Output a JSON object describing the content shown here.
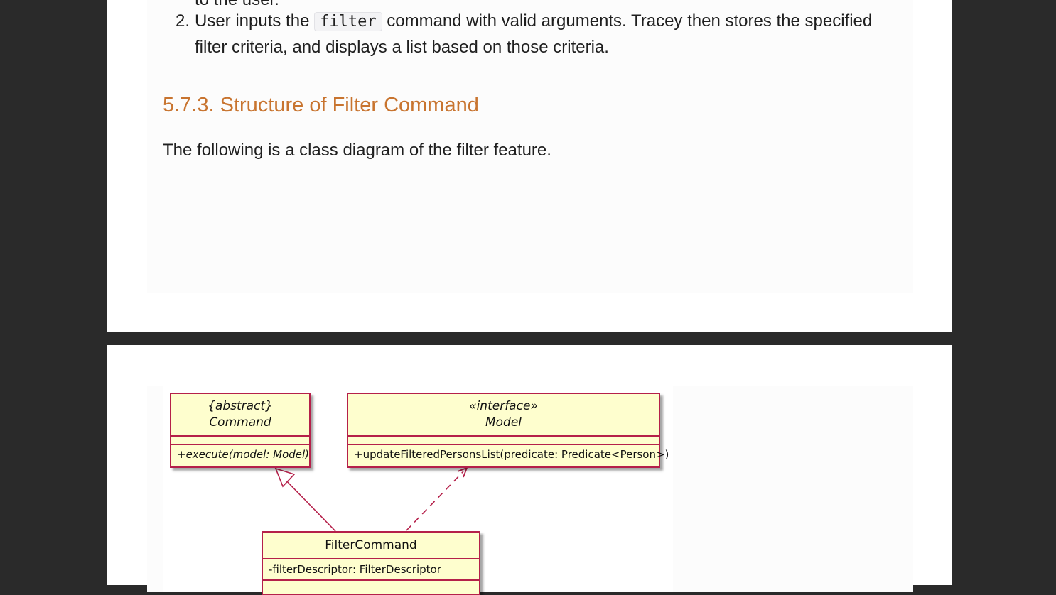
{
  "document": {
    "cut_line_text": "to the user.",
    "list_item": {
      "number": "2.",
      "text_before": "User inputs the",
      "code": "filter",
      "text_after": "command with valid arguments. Tracey then stores the specified filter criteria, and displays a list based on those criteria."
    },
    "section_heading": "5.7.3. Structure of Filter Command",
    "paragraph": "The following is a class diagram of the filter feature."
  },
  "diagram": {
    "command": {
      "stereotype": "{abstract}",
      "name": "Command",
      "method": "+execute(model: Model)"
    },
    "model": {
      "stereotype": "«interface»",
      "name": "Model",
      "method": "+updateFilteredPersonsList(predicate: Predicate<Person>)"
    },
    "filter_command": {
      "name": "FilterCommand",
      "field": "-filterDescriptor: FilterDescriptor"
    }
  },
  "colors": {
    "heading": "#c8742f",
    "uml_border": "#b5204a",
    "uml_fill": "#fefece",
    "gutter": "#2a2a2a"
  }
}
